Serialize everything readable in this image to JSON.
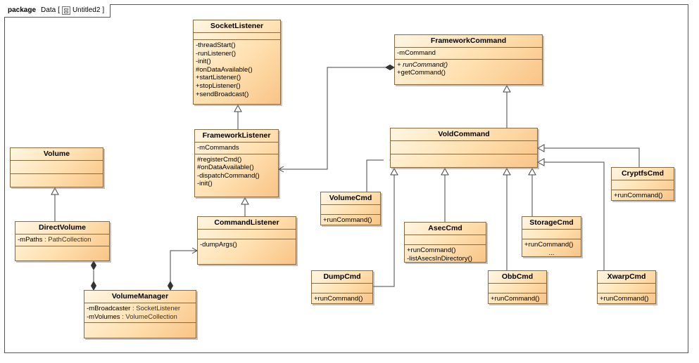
{
  "diagram": {
    "frame_keyword": "package",
    "frame_name": "Data",
    "frame_bracket_open": "[",
    "frame_diagram_name": "Untitled2",
    "frame_bracket_close": "]"
  },
  "classes": {
    "socket_listener": {
      "name": "SocketListener",
      "attributes": [],
      "operations": [
        "-threadStart()",
        "-runListener()",
        "-init()",
        "#onDataAvailable()",
        "+startListener()",
        "+stopListener()",
        "+sendBroadcast()"
      ]
    },
    "framework_command": {
      "name": "FrameworkCommand",
      "attributes": [
        "-mCommand"
      ],
      "operations": [
        "+ runCommand()",
        "+getCommand()"
      ]
    },
    "framework_listener": {
      "name": "FrameworkListener",
      "attributes": [
        "-mCommands"
      ],
      "operations": [
        "#registerCmd()",
        "#onDataAvailable()",
        "-dispatchCommand()",
        "-init()"
      ]
    },
    "vold_command": {
      "name": "VoldCommand",
      "attributes": [],
      "operations": []
    },
    "volume": {
      "name": "Volume",
      "attributes": [],
      "operations": []
    },
    "direct_volume": {
      "name": "DirectVolume",
      "attributes": [
        {
          "name": "-mPaths",
          "type": " : PathCollection"
        }
      ],
      "operations": []
    },
    "command_listener": {
      "name": "CommandListener",
      "attributes": [],
      "operations": [
        "-dumpArgs()"
      ]
    },
    "volume_manager": {
      "name": "VolumeManager",
      "attributes": [
        {
          "name": "-mBroadcaster",
          "type": " : SocketListener"
        },
        {
          "name": "-mVolumes",
          "type": " : VolumeCollection"
        }
      ],
      "operations": []
    },
    "volume_cmd": {
      "name": "VolumeCmd",
      "attributes": [],
      "operations": [
        "+runCommand()"
      ]
    },
    "cryptfs_cmd": {
      "name": "CryptfsCmd",
      "attributes": [],
      "operations": [
        "+runCommand()"
      ]
    },
    "asec_cmd": {
      "name": "AsecCmd",
      "attributes": [],
      "operations": [
        "+runCommand()",
        "-listAsecsInDirectory()"
      ]
    },
    "storage_cmd": {
      "name": "StorageCmd",
      "attributes": [],
      "operations": [
        "+runCommand()",
        "..."
      ]
    },
    "dump_cmd": {
      "name": "DumpCmd",
      "attributes": [],
      "operations": [
        "+runCommand()"
      ]
    },
    "obb_cmd": {
      "name": "ObbCmd",
      "attributes": [],
      "operations": [
        "+runCommand()"
      ]
    },
    "xwarp_cmd": {
      "name": "XwarpCmd",
      "attributes": [],
      "operations": [
        "+runCommand()"
      ]
    }
  },
  "relationships": [
    {
      "kind": "generalization",
      "from": "framework_listener",
      "to": "socket_listener"
    },
    {
      "kind": "generalization",
      "from": "command_listener",
      "to": "framework_listener"
    },
    {
      "kind": "generalization",
      "from": "direct_volume",
      "to": "volume"
    },
    {
      "kind": "generalization",
      "from": "vold_command",
      "to": "framework_command"
    },
    {
      "kind": "generalization",
      "from": "volume_cmd",
      "to": "vold_command"
    },
    {
      "kind": "generalization",
      "from": "dump_cmd",
      "to": "vold_command"
    },
    {
      "kind": "generalization",
      "from": "asec_cmd",
      "to": "vold_command"
    },
    {
      "kind": "generalization",
      "from": "obb_cmd",
      "to": "vold_command"
    },
    {
      "kind": "generalization",
      "from": "storage_cmd",
      "to": "vold_command"
    },
    {
      "kind": "generalization",
      "from": "cryptfs_cmd",
      "to": "vold_command"
    },
    {
      "kind": "generalization",
      "from": "xwarp_cmd",
      "to": "vold_command"
    },
    {
      "kind": "composition",
      "whole": "framework_command",
      "part": "framework_listener"
    },
    {
      "kind": "composition",
      "whole": "direct_volume",
      "part": "volume_manager"
    },
    {
      "kind": "composition",
      "whole": "volume_manager",
      "part": "command_listener"
    }
  ]
}
